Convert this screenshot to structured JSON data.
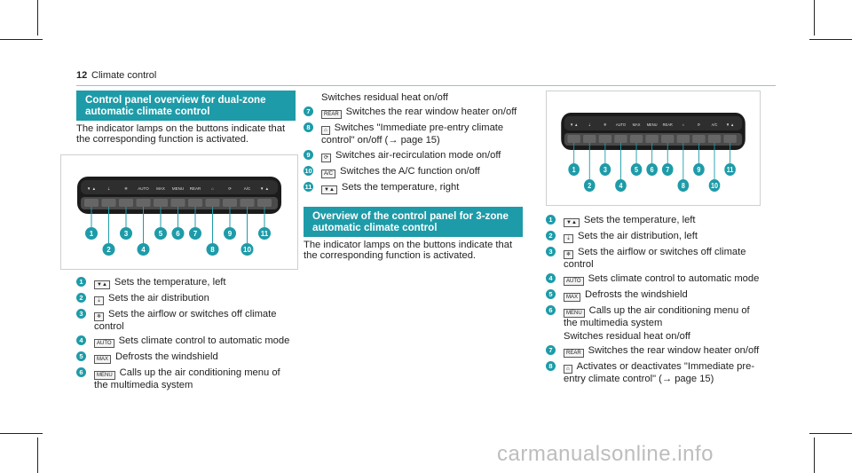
{
  "header": {
    "page": "12",
    "title": "Climate control"
  },
  "left": {
    "heading": "Control panel overview for dual-zone automatic climate control",
    "intro": "The indicator lamps on the buttons indicate that the corresponding function is activated.",
    "items": [
      {
        "num": "1",
        "icon": "temp-icon",
        "glyph": "▼▲",
        "text": "Sets the temperature, left"
      },
      {
        "num": "2",
        "icon": "air-distribution-icon",
        "glyph": "⇣",
        "text": "Sets the air distribution"
      },
      {
        "num": "3",
        "icon": "airflow-icon",
        "glyph": "❄",
        "text": "Sets the airflow or switches off climate control"
      },
      {
        "num": "4",
        "icon": "auto-icon",
        "glyph": "AUTO",
        "text": "Sets climate control to automatic mode"
      },
      {
        "num": "5",
        "icon": "defrost-icon",
        "glyph": "MAX",
        "text": "Defrosts the windshield"
      },
      {
        "num": "6",
        "icon": "menu-icon",
        "glyph": "MENU",
        "text": "Calls up the air conditioning menu of the multimedia system"
      }
    ]
  },
  "middle": {
    "continued": "Switches residual heat on/off",
    "items": [
      {
        "num": "7",
        "icon": "rear-window-heater-icon",
        "glyph": "REAR",
        "text": "Switches the rear window heater on/off"
      },
      {
        "num": "8",
        "icon": "preentry-icon",
        "glyph": "⌂",
        "text": "Switches \"Immediate pre-entry climate control\" on/off (→ page 15)"
      },
      {
        "num": "9",
        "icon": "recirculation-icon",
        "glyph": "⟳",
        "text": "Switches air-recirculation mode on/off"
      },
      {
        "num": "10",
        "icon": "ac-icon",
        "glyph": "A/C",
        "text": "Switches the A/C function on/off"
      },
      {
        "num": "11",
        "icon": "temp-right-icon",
        "glyph": "▼▲",
        "text": "Sets the temperature, right"
      }
    ],
    "heading": "Overview of the control panel for 3-zone automatic climate control",
    "intro": "The indicator lamps on the buttons indicate that the corresponding function is activated."
  },
  "right": {
    "items": [
      {
        "num": "1",
        "icon": "temp-icon",
        "glyph": "▼▲",
        "text": "Sets the temperature, left"
      },
      {
        "num": "2",
        "icon": "air-distribution-icon",
        "glyph": "⇣",
        "text": "Sets the air distribution, left"
      },
      {
        "num": "3",
        "icon": "airflow-icon",
        "glyph": "❄",
        "text": "Sets the airflow or switches off climate control"
      },
      {
        "num": "4",
        "icon": "auto-icon",
        "glyph": "AUTO",
        "text": "Sets climate control to automatic mode"
      },
      {
        "num": "5",
        "icon": "defrost-icon",
        "glyph": "MAX",
        "text": "Defrosts the windshield"
      },
      {
        "num": "6",
        "icon": "menu-icon",
        "glyph": "MENU",
        "text": "Calls up the air conditioning menu of the multimedia system"
      }
    ],
    "continued": "Switches residual heat on/off",
    "items2": [
      {
        "num": "7",
        "icon": "rear-window-heater-icon",
        "glyph": "REAR",
        "text": "Switches the rear window heater on/off"
      },
      {
        "num": "8",
        "icon": "preentry-icon",
        "glyph": "⌂",
        "text": "Activates or deactivates \"Immediate pre-entry climate control\" (→ page 15)"
      }
    ]
  },
  "figures": {
    "panel_buttons": [
      "▼ ▲",
      "⇣",
      "❄",
      "AUTO",
      "MAX",
      "MENU",
      "REAR",
      "⌂",
      "⟳",
      "A/C",
      "▼ ▲"
    ],
    "callouts_dual": [
      "1",
      "2",
      "3",
      "4",
      "5",
      "6",
      "7",
      "8",
      "9",
      "10",
      "11"
    ],
    "callouts_three": [
      "1",
      "2",
      "3",
      "4",
      "5",
      "6",
      "7",
      "8",
      "9",
      "10",
      "11"
    ]
  },
  "watermark": "carmanualsonline.info",
  "colors": {
    "accent": "#1e9ba8",
    "rule": "#9ac3c6"
  }
}
